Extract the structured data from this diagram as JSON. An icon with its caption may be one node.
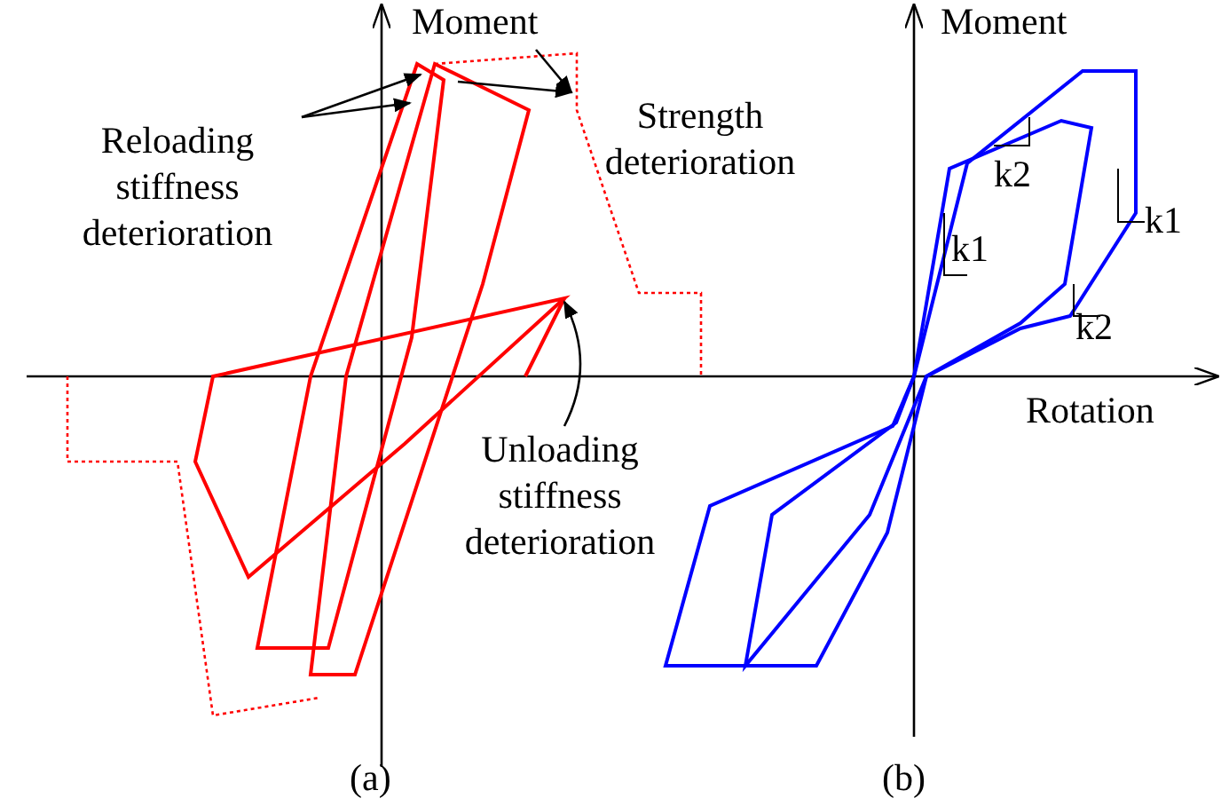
{
  "diagram": {
    "nodes": [
      {
        "text": [
          "Reloading stiffness deterioration"
        ]
      },
      {
        "text": [
          "Strength deterioration"
        ]
      },
      {
        "text": [
          "Unloading stiffness deterioration"
        ]
      }
    ],
    "edges": [
      {
        "from": 0,
        "to": null,
        "arrow": "to"
      },
      {
        "from": 0,
        "to": null,
        "arrow": "to"
      },
      {
        "from": null,
        "to": 1,
        "arrow": "to"
      },
      {
        "from": null,
        "to": 1,
        "arrow": "to"
      },
      {
        "from": 2,
        "to": null,
        "arrow": "to"
      }
    ],
    "labels": [
      "Moment",
      "Moment",
      "k2",
      "k1",
      "k1",
      "k2",
      "Rotation",
      "(a)",
      "(b)"
    ]
  }
}
